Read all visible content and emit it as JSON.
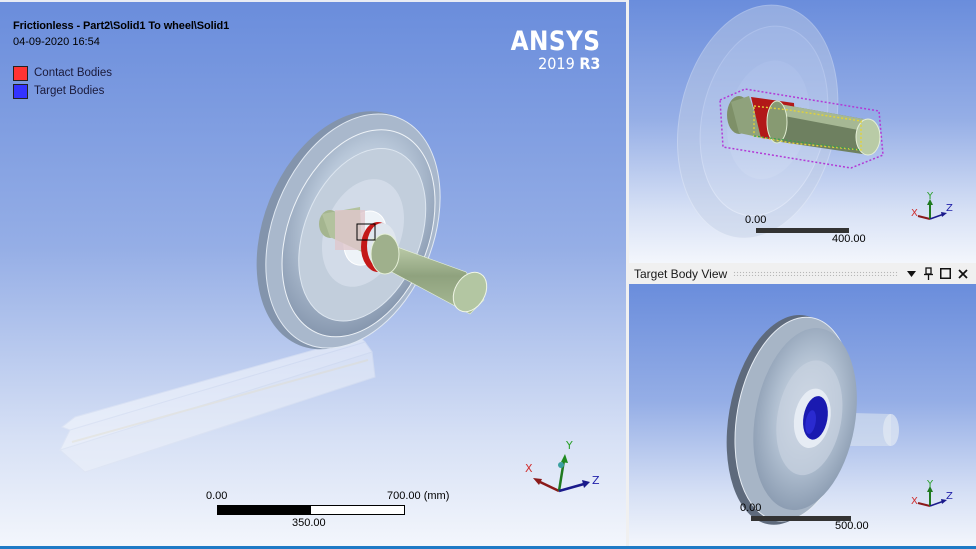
{
  "main_view": {
    "title": "Frictionless - Part2\\Solid1 To wheel\\Solid1",
    "date": "04-09-2020 16:54",
    "legend": [
      {
        "label": "Contact Bodies",
        "color": "#ff3333"
      },
      {
        "label": "Target Bodies",
        "color": "#3333ff"
      }
    ],
    "logo": {
      "brand": "ANSYS",
      "year": "2019",
      "release": "R3"
    },
    "scale": {
      "start": "0.00",
      "mid": "350.00",
      "end": "700.00 (mm)"
    },
    "triad": {
      "x": "X",
      "y": "Y",
      "z": "Z"
    }
  },
  "contact_view": {
    "scale": {
      "start": "0.00",
      "end": "400.00"
    },
    "triad": {
      "x": "X",
      "y": "Y",
      "z": "Z"
    }
  },
  "target_view": {
    "header": {
      "title": "Target Body View",
      "icons": [
        "dropdown-arrow-icon",
        "pin-icon",
        "maximize-icon",
        "close-icon"
      ]
    },
    "scale": {
      "start": "0.00",
      "end": "500.00"
    },
    "triad": {
      "x": "X",
      "y": "Y",
      "z": "Z"
    }
  },
  "colors": {
    "contact": "#cc1f1f",
    "target": "#1a1aa8",
    "shaft": "#a9bf94",
    "wheel": "#a9b9cc",
    "accent_bar": "#1f7ac6"
  }
}
